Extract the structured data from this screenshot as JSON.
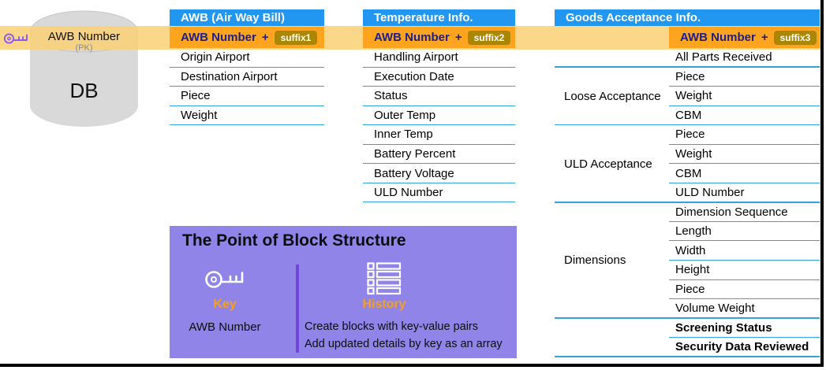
{
  "colors": {
    "header_blue": "#2297F1",
    "row_line_blue": "#2FA3E0",
    "key_row_orange": "#FFA41E",
    "suffix_badge_gold": "#AB8600",
    "key_row_text_navy": "#1D2088",
    "highlight_band_peach": "#FBD993",
    "panel_purple": "#9184E8",
    "panel_divider_purple": "#6F46D9",
    "accent_orange_label": "#F5A01F",
    "db_cylinder_gray": "#D9D9D9"
  },
  "database": {
    "field": "AWB Number",
    "pk": "(PK)",
    "name": "DB"
  },
  "tables": {
    "awb": {
      "title": "AWB (Air Way Bill)",
      "key_row": {
        "field": "AWB Number",
        "plus": "+",
        "suffix": "suffix1"
      },
      "rows": [
        "Origin Airport",
        "Destination Airport",
        "Piece",
        "Weight"
      ]
    },
    "temperature": {
      "title": "Temperature Info.",
      "key_row": {
        "field": "AWB Number",
        "plus": "+",
        "suffix": "suffix2"
      },
      "rows": [
        "Handling Airport",
        "Execution Date",
        "Status",
        "Outer Temp",
        "Inner Temp",
        "Battery Percent",
        "Battery Voltage",
        "ULD Number"
      ]
    },
    "goods": {
      "title": "Goods Acceptance Info.",
      "key_row": {
        "field": "AWB Number",
        "plus": "+",
        "suffix": "suffix3"
      },
      "sections": [
        {
          "label": "",
          "rows": [
            "All Parts Received"
          ]
        },
        {
          "label": "Loose Acceptance",
          "rows": [
            "Piece",
            "Weight",
            "CBM"
          ]
        },
        {
          "label": "ULD Acceptance",
          "rows": [
            "Piece",
            "Weight",
            "CBM",
            "ULD Number"
          ]
        },
        {
          "label": "Dimensions",
          "rows": [
            "Dimension Sequence",
            "Length",
            "Width",
            "Height",
            "Piece",
            "Volume Weight"
          ]
        },
        {
          "label": "",
          "rows": [
            "Screening Status",
            "Security Data Reviewed"
          ]
        }
      ]
    }
  },
  "panel": {
    "title": "The Point of Block Structure",
    "key": {
      "label": "Key",
      "value": "AWB Number"
    },
    "history": {
      "label": "History",
      "line1": "Create blocks with key-value pairs",
      "line2": "Add updated details by key as an array"
    }
  }
}
